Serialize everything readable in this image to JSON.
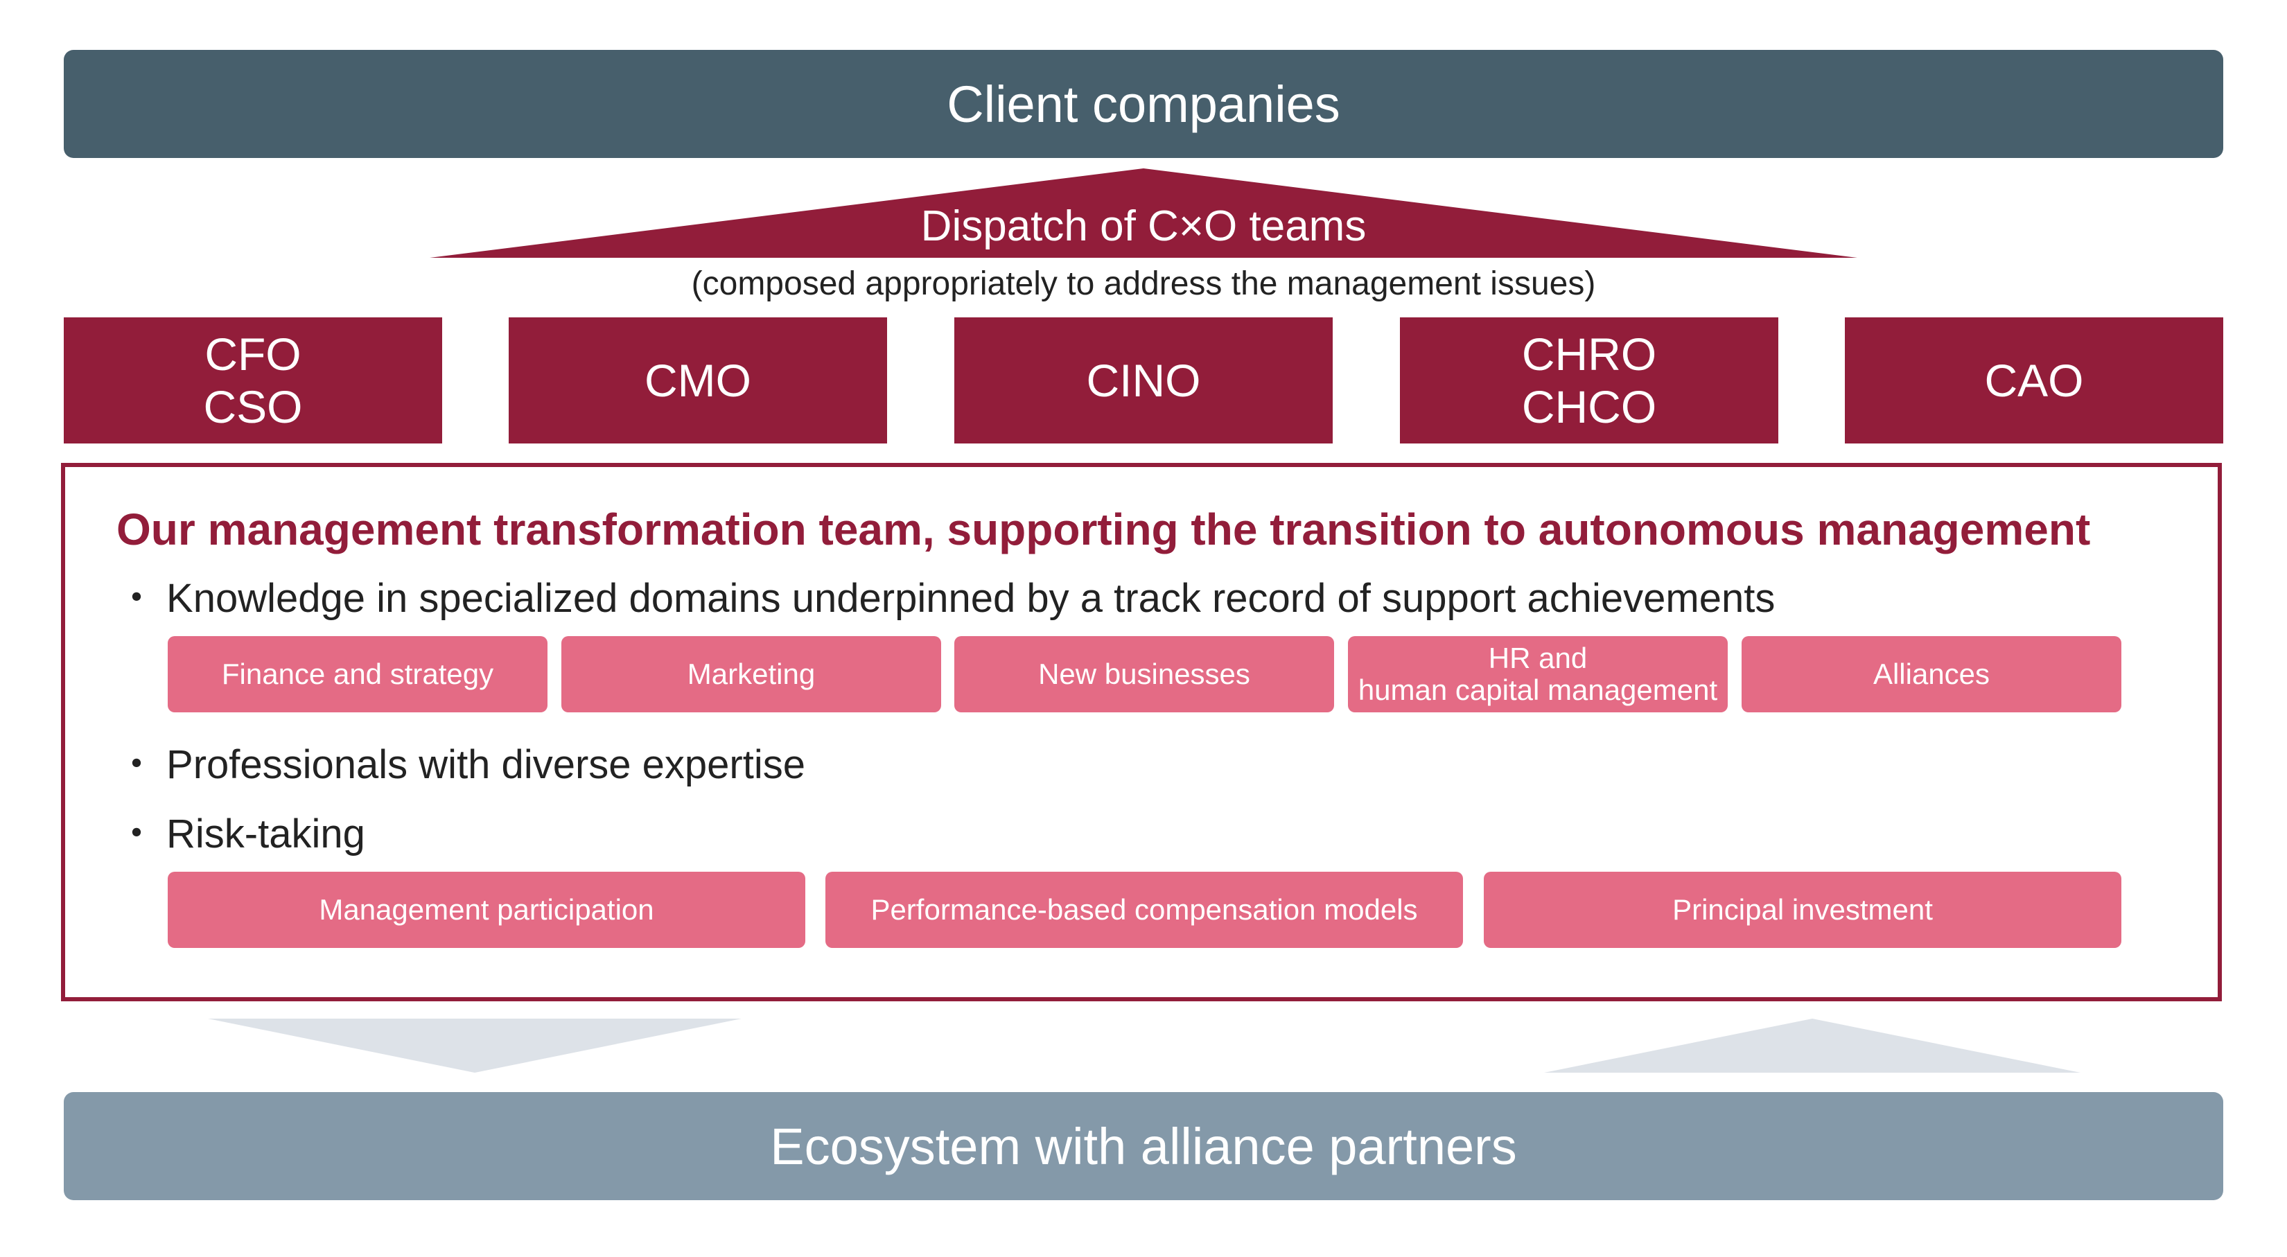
{
  "client_bar": {
    "label": "Client companies"
  },
  "dispatch": {
    "title": "Dispatch of C×O teams",
    "subtitle": "(composed appropriately to address the management issues)"
  },
  "cxo_boxes": [
    {
      "line1": "CFO",
      "line2": "CSO"
    },
    {
      "line1": "CMO",
      "line2": ""
    },
    {
      "line1": "CINO",
      "line2": ""
    },
    {
      "line1": "CHRO",
      "line2": "CHCO"
    },
    {
      "line1": "CAO",
      "line2": ""
    }
  ],
  "team": {
    "title": "Our management transformation team, supporting the transition to autonomous management",
    "bullet_symbol": "・",
    "bullets": [
      "Knowledge in specialized domains underpinned by a track record of support achievements",
      "Professionals with diverse expertise",
      "Risk-taking"
    ],
    "knowledge_tags": [
      {
        "line1": "Finance and strategy",
        "line2": ""
      },
      {
        "line1": "Marketing",
        "line2": ""
      },
      {
        "line1": "New businesses",
        "line2": ""
      },
      {
        "line1": "HR and",
        "line2": "human capital management"
      },
      {
        "line1": "Alliances",
        "line2": ""
      }
    ],
    "risk_tags": [
      "Management participation",
      "Performance-based compensation models",
      "Principal investment"
    ]
  },
  "ecosystem_bar": {
    "label": "Ecosystem with alliance partners"
  },
  "colors": {
    "client_bar": "#475f6c",
    "crimson": "#921d3a",
    "pink_tag": "#e46b85",
    "ecosystem_bar": "#8499a9",
    "arrow_light": "#dde2e8"
  }
}
